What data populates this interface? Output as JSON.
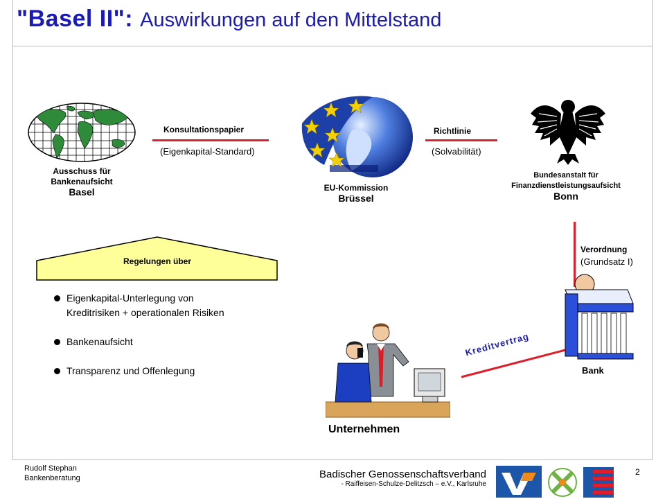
{
  "title": {
    "main": "\"Basel II\":",
    "sub": "Auswirkungen auf den Mittelstand"
  },
  "basel": {
    "line1": "Ausschuss für",
    "line2": "Bankenaufsicht",
    "city": "Basel"
  },
  "bruessel": {
    "line1": "EU-Kommission",
    "city": "Brüssel"
  },
  "bonn": {
    "line1": "Bundesanstalt für",
    "line2": "Finanzdienstleistungsaufsicht",
    "city": "Bonn"
  },
  "links": {
    "konsultation": {
      "label": "Konsultationspapier",
      "detail": "(Eigenkapital-Standard)"
    },
    "richtlinie": {
      "label": "Richtlinie",
      "detail": "(Solvabilität)"
    },
    "verordnung": {
      "label": "Verordnung",
      "detail": "(Grundsatz I)"
    },
    "kreditvertrag": {
      "label": "Kreditvertrag"
    }
  },
  "regelungen": {
    "header": "Regelungen über",
    "items": [
      {
        "line1": "Eigenkapital-Unterlegung von",
        "line2": "Kreditrisiken + operationalen Risiken"
      },
      {
        "line1": "Bankenaufsicht",
        "line2": ""
      },
      {
        "line1": "Transparenz und Offenlegung",
        "line2": ""
      }
    ]
  },
  "unternehmen": {
    "label": "Unternehmen"
  },
  "bank": {
    "label": "Bank"
  },
  "footer": {
    "author": "Rudolf Stephan",
    "department": "Bankenberatung",
    "org_line1": "Badischer Genossenschaftsverband",
    "org_line2": "- Raiffeisen-Schulze-Delitzsch – e.V., Karlsruhe",
    "page_number": "2"
  },
  "colors": {
    "title": "#1a1ab8",
    "accent_red": "#e01e2a",
    "regelungen_fill": "#ffff99",
    "logo_blue": "#1c56a8",
    "logo_orange": "#f08a1c",
    "logo_green": "#6db33f"
  },
  "icons": [
    "world-map-icon",
    "eu-globe-icon",
    "federal-eagle-icon",
    "businessmen-icon",
    "bank-building-icon",
    "volksbank-logo-icon",
    "raiffeisen-cross-icon",
    "genossenschaft-flag-icon"
  ]
}
